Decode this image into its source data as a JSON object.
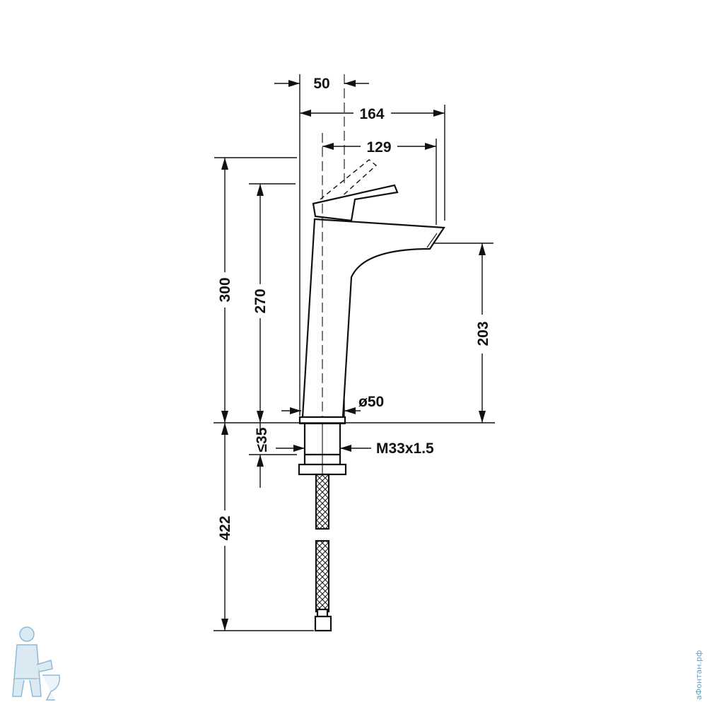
{
  "dimensions": {
    "spout_center_offset": "50",
    "total_depth": "164",
    "spout_reach": "129",
    "total_height": "300",
    "body_height": "270",
    "spout_outlet_height": "203",
    "body_diameter": "ø50",
    "max_counter_thickness": "≤35",
    "thread_size": "M33x1.5",
    "hose_length": "422"
  },
  "watermark": {
    "text": "аФонтан.рф",
    "icon": "plumber-with-toilet-logo",
    "color": "#6aa3c9"
  },
  "colors": {
    "line": "#111111",
    "background": "#ffffff"
  }
}
